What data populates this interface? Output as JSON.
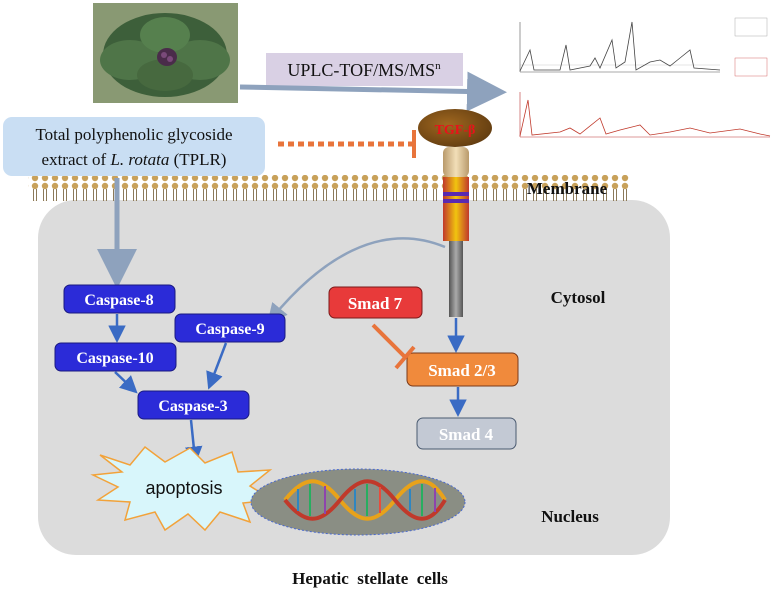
{
  "extract_box": {
    "line1": "Total polyphenolic glycoside",
    "line2_prefix": "extract of ",
    "line2_italic": "L. rotata",
    "line2_suffix": " (TPLR)"
  },
  "method_box": {
    "label": "UPLC-TOF/MS/MS",
    "superscript": "n"
  },
  "receptor": {
    "ligand": "TGF-β"
  },
  "compartments": {
    "membrane": "Membrane",
    "cytosol": "Cytosol",
    "nucleus": "Nucleus",
    "cell": "Hepatic  stellate  cells"
  },
  "caspases": {
    "c8": "Caspase-8",
    "c10": "Caspase-10",
    "c9": "Caspase-9",
    "c3": "Caspase-3"
  },
  "smads": {
    "s7": "Smad 7",
    "s23": "Smad 2/3",
    "s4": "Smad 4"
  },
  "outcome": {
    "apoptosis": "apoptosis"
  },
  "colors": {
    "caspase_fill": "#2b2bd8",
    "smad7_fill": "#e83a3a",
    "smad23_fill": "#f08a3c",
    "smad4_fill": "#c3c9d4",
    "extract_fill": "#c9def3",
    "arrow_gray": "#8ea2bd",
    "arrow_blue": "#3a6bc4",
    "inhibit_orange": "#e8743b",
    "cell_fill": "#dcdcdc"
  }
}
